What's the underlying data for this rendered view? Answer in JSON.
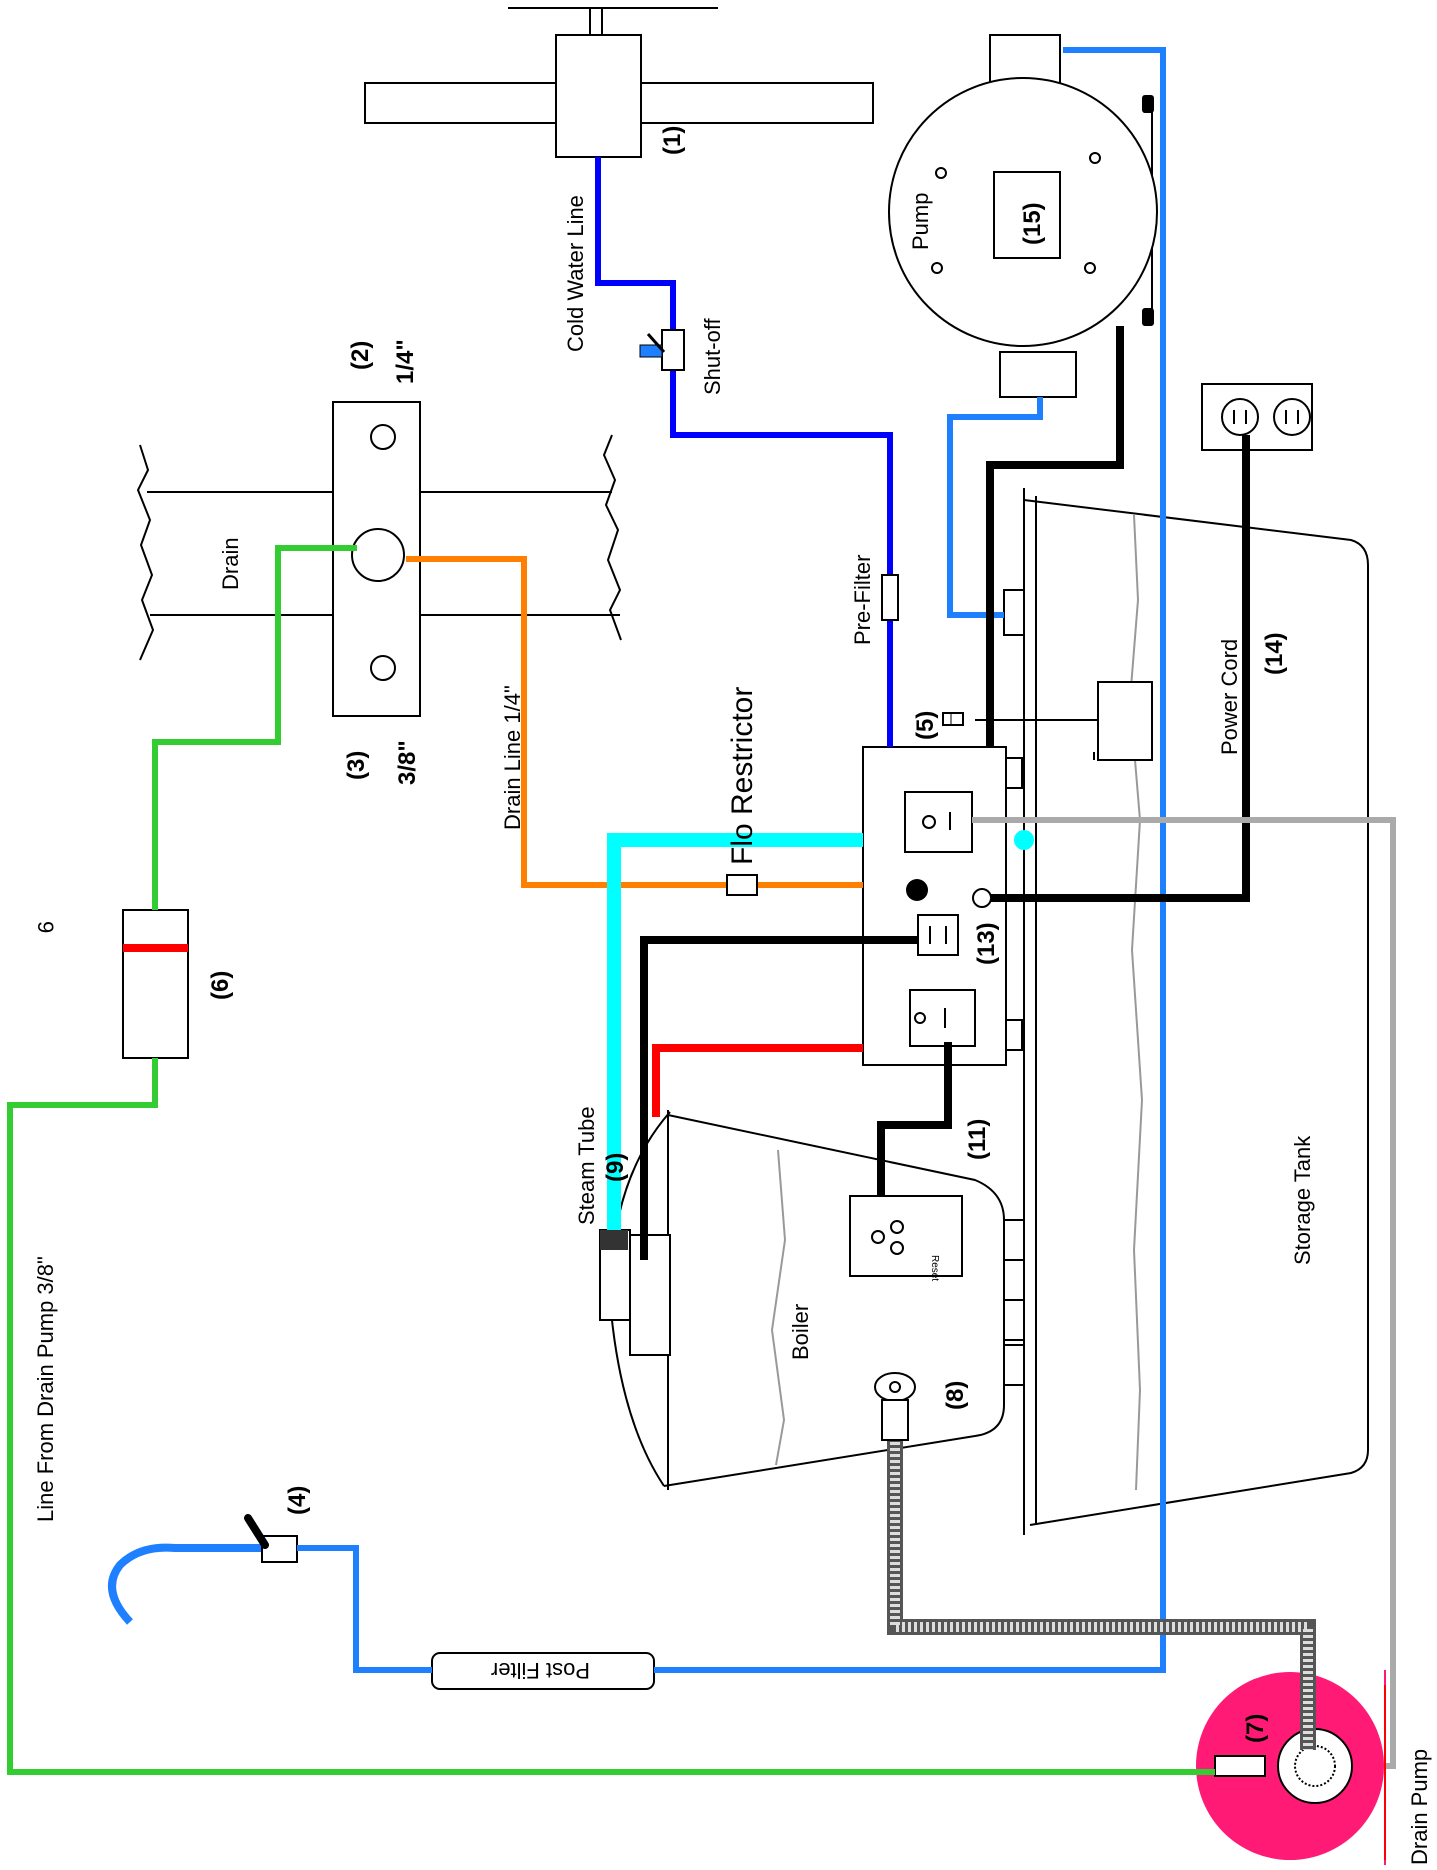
{
  "labels": {
    "l1": "(1)",
    "cold_water_line": "Cold Water Line",
    "shut_off": "Shut-off",
    "l2": "(2)",
    "l2_size": "1/4\"",
    "drain": "Drain",
    "l3": "(3)",
    "l3_size": "3/8\"",
    "drain_line": "Drain Line 1/4\"",
    "pre_filter": "Pre-Filter",
    "pump": "Pump",
    "l15": "(15)",
    "l5": "(5)",
    "flo_restrictor": "Flo Restrictor",
    "power_cord": "Power Cord",
    "l14": "(14)",
    "l13": "(13)",
    "l11": "(11)",
    "l6": "(6)",
    "l9": "(9)",
    "steam_tube": "Steam Tube",
    "boiler": "Boiler",
    "reset": "Reset",
    "l8": "(8)",
    "storage_tank": "Storage Tank",
    "line_from_drain_pump": "Line From Drain Pump 3/8\"",
    "l4": "(4)",
    "post_filter": "Post Filter",
    "l7": "(7)",
    "drain_pump": "Drain Pump",
    "stray9": "9"
  },
  "colors": {
    "cold_water": "#0000ff",
    "pure_water": "#1e7fff",
    "drain_pump_line": "#33cc33",
    "drain_line": "#ff8000",
    "steam": "#00ffff",
    "power": "#000000",
    "hot": "#ff0000",
    "gray_line": "#aaaaaa",
    "drain_pump_body": "#ff1a75"
  }
}
